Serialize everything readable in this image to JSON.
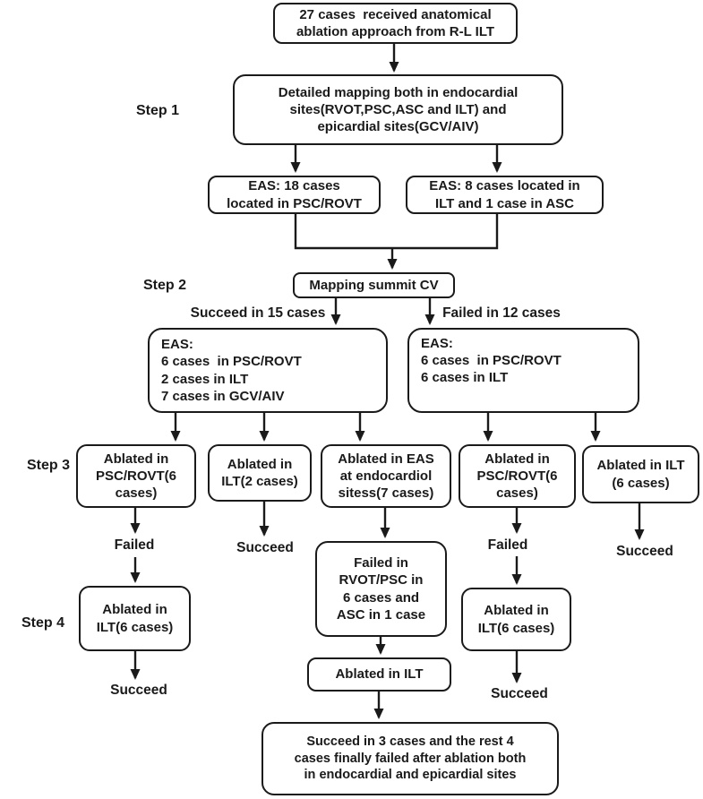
{
  "colors": {
    "ink": "#1a1a1a",
    "background": "#ffffff"
  },
  "steps": {
    "s1": "Step 1",
    "s2": "Step 2",
    "s3": "Step 3",
    "s4": "Step 4"
  },
  "boxes": {
    "start": "27 cases  received anatomical\nablation approach from R-L ILT",
    "mapping": "Detailed mapping both in endocardial\nsites(RVOT,PSC,ASC and ILT) and\nepicardial sites(GCV/AIV)",
    "eas18": "EAS: 18 cases\nlocated in PSC/ROVT",
    "eas8": "EAS: 8 cases located in\nILT and 1 case in ASC",
    "summit": "Mapping summit CV",
    "eas_left": "EAS:\n6 cases  in PSC/ROVT\n2 cases in ILT\n7 cases in GCV/AIV",
    "eas_right": "EAS:\n6 cases  in PSC/ROVT\n6 cases in ILT",
    "ablate_psc_left": "Ablated in\nPSC/ROVT(6\ncases)",
    "ablate_ilt2": "Ablated in\nILT(2 cases)",
    "ablate_eas7": "Ablated in EAS\nat endocardiol\nsitess(7 cases)",
    "ablate_psc_right": "Ablated in\nPSC/ROVT(6\ncases)",
    "ablate_ilt6": "Ablated in ILT\n(6 cases)",
    "failed_rvot": "Failed in\nRVOT/PSC in\n6 cases and\nASC in 1 case",
    "ablate_ilt6_left": "Ablated in\nILT(6 cases)",
    "ablate_ilt6_right": "Ablated in\nILT(6 cases)",
    "ablate_ilt_final": "Ablated in ILT",
    "outcome": "Succeed in 3 cases and the rest 4\ncases finally failed after ablation both\nin endocardial and epicardial sites"
  },
  "edge_labels": {
    "succeed15": "Succeed in 15 cases",
    "failed12": "Failed in 12 cases",
    "failed_left": "Failed",
    "succeed_ilt2": "Succeed",
    "failed_right": "Failed",
    "succeed_ilt6": "Succeed",
    "succeed_final_left": "Succeed",
    "succeed_final_right": "Succeed"
  }
}
